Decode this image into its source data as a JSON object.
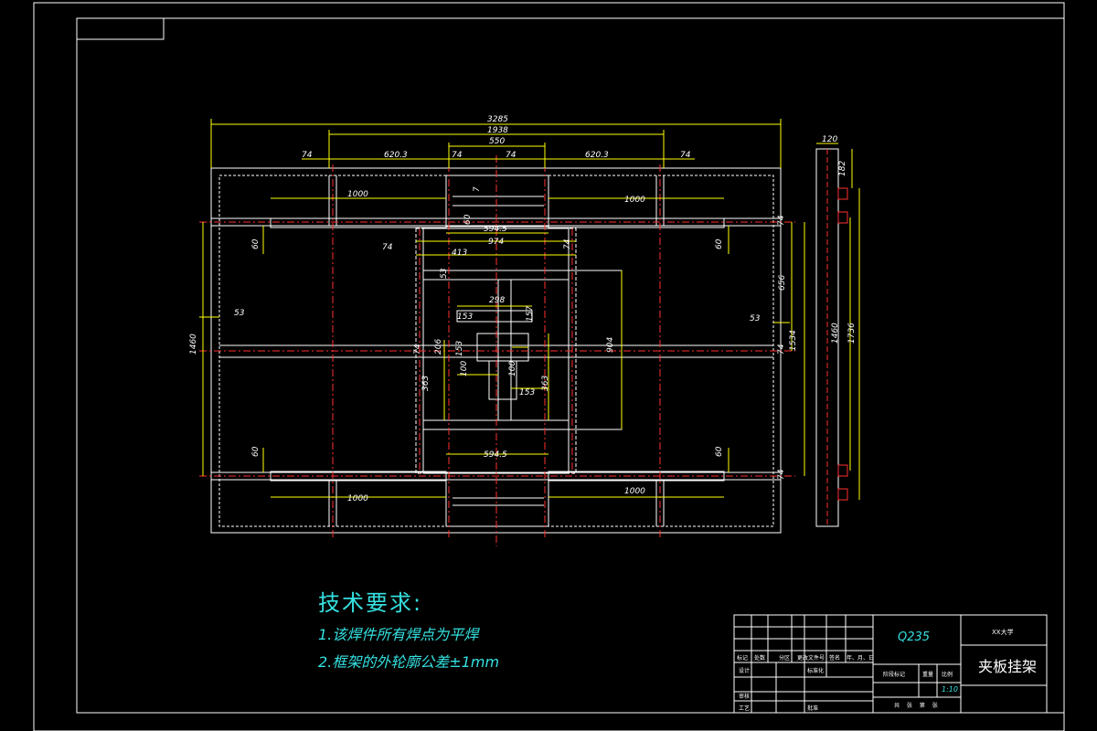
{
  "drawing": {
    "dims": {
      "overall_width": "3285",
      "inner_width": "1938",
      "center_width": "550",
      "left_gap": "74",
      "left_span": "620.3",
      "mid_left": "74",
      "mid_right": "74",
      "right_span": "620.3",
      "right_gap": "74",
      "beam_left": "1000",
      "beam_right": "1000",
      "beam_left_bottom": "1000",
      "beam_right_bottom": "1000",
      "small_seven": "7",
      "small_sixty": "60",
      "top_594": "594.5",
      "bottom_594": "594.5",
      "w974": "974",
      "w74a": "74",
      "w413": "413",
      "w74b": "74",
      "left60_top": "60",
      "right60_top": "60",
      "left60_bot": "60",
      "right60_bot": "60",
      "d53": "53",
      "left53": "53",
      "right53": "53",
      "c298": "298",
      "c153a": "153",
      "c157": "157",
      "c206": "206",
      "c153b": "153",
      "c100a": "100",
      "c100b": "100",
      "c153c": "153",
      "c363l": "363",
      "c363r": "363",
      "c904": "904",
      "c74l": "74",
      "c74r": "74",
      "h1460": "1460",
      "r656": "656",
      "r1534": "1534",
      "r74a": "74",
      "r74b": "74",
      "side120": "120",
      "side182": "182",
      "side1460": "1460",
      "side1736": "1736"
    }
  },
  "notes": {
    "heading": "技术要求:",
    "line1": "1.该焊件所有焊点为平焊",
    "line2": "2.框架的外轮廓公差±1mm"
  },
  "title_block": {
    "material": "Q235",
    "school": "XX大学",
    "part_name": "夹板挂架",
    "scale": "1:10",
    "row_labels": [
      "标记",
      "处数",
      "分区",
      "更改文件号",
      "签名",
      "年、月、日"
    ],
    "design": "设计",
    "standard": "标准化",
    "stage_mark": "阶段标记",
    "weight": "重量",
    "ratio": "比例",
    "review": "审核",
    "process": "工艺",
    "approve": "批准",
    "sheet": "共 张 第 张"
  },
  "colors": {
    "frame": "#ffffff",
    "dimension": "#ffff00",
    "centerline": "#ff3030",
    "notes": "#35e0e0"
  }
}
